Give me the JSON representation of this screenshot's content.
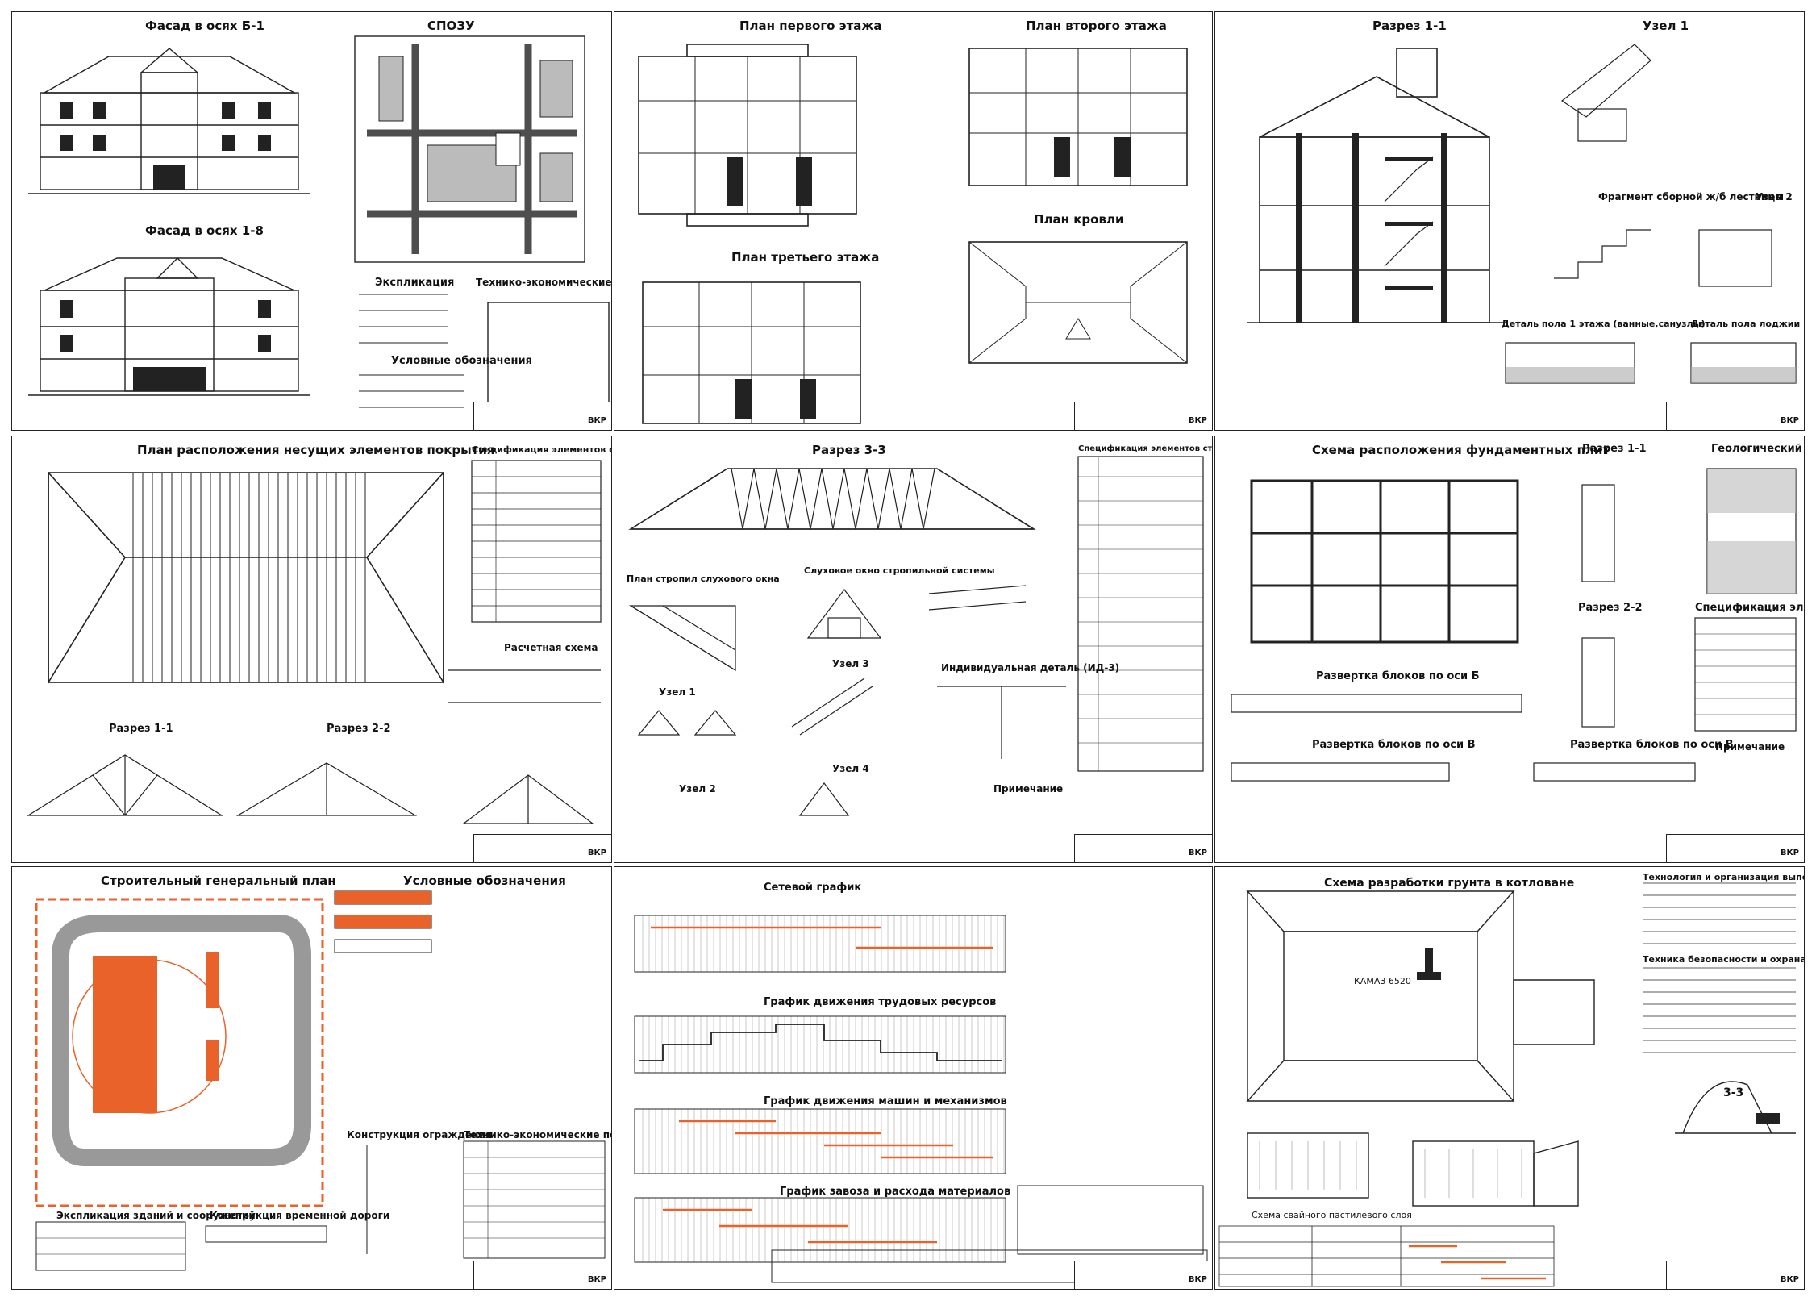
{
  "sheets": [
    {
      "id": "facades",
      "titles": {
        "facade_b1": "Фасад в осях Б-1",
        "facade_18": "Фасад в осях 1-8",
        "spozu": "СПОЗУ",
        "explication": "Экспликация",
        "tep": "Технико-экономические показатели",
        "legend": "Условные обозначения"
      },
      "stamp": "ВКР"
    },
    {
      "id": "floor-plans",
      "titles": {
        "plan1": "План первого этажа",
        "plan2": "План второго этажа",
        "plan3": "План третьего этажа",
        "roof": "План кровли"
      },
      "stamp": "ВКР"
    },
    {
      "id": "section-nodes",
      "titles": {
        "section": "Разрез 1-1",
        "node1": "Узел 1",
        "stair": "Фрагмент сборной ж/б лестницы",
        "node2": "Узел 2",
        "floor1": "Деталь пола 1 этажа (ванные,санузлы)",
        "loggia": "Деталь пола лоджии"
      },
      "stamp": "ВКР"
    },
    {
      "id": "roof-structure",
      "titles": {
        "main": "План расположения несущих элементов покрытия",
        "spec": "Спецификация элементов стропильной кровли",
        "s11": "Разрез 1-1",
        "s22": "Разрез 2-2",
        "calc": "Расчетная схема"
      },
      "stamp": "ВКР"
    },
    {
      "id": "dormer",
      "titles": {
        "s33": "Разрез 3-3",
        "plan": "План стропил слухового окна",
        "window": "Слуховое окно стропильной системы",
        "n1": "Узел 1",
        "n2": "Узел 2",
        "n3": "Узел 3",
        "n4": "Узел 4",
        "detail": "Индивидуальная деталь (ИД-3)",
        "note": "Примечание",
        "spec": "Спецификация элементов стропильной кровли"
      },
      "stamp": "ВКР"
    },
    {
      "id": "foundation",
      "titles": {
        "main": "Схема расположения фундаментных плит",
        "s11": "Разрез 1-1",
        "geo": "Геологический разрез",
        "s22": "Разрез 2-2",
        "spec": "Спецификация элементов",
        "b6": "Развертка блоков по оси Б",
        "bv": "Развертка блоков по оси В",
        "bv2": "Развертка блоков по оси В",
        "note": "Примечание"
      },
      "stamp": "ВКР"
    },
    {
      "id": "genplan",
      "titles": {
        "main": "Строительный генеральный план",
        "legend": "Условные обозначения",
        "fence": "Конструкция ограждения",
        "tep": "Технико-экономические показатели",
        "explication": "Экспликация зданий и сооружений",
        "road": "Конструкция временной дороги"
      },
      "stamp": "ВКР"
    },
    {
      "id": "schedules",
      "titles": {
        "network": "Сетевой график",
        "labor": "График движения трудовых ресурсов",
        "machines": "График движения машин и механизмов",
        "materials": "График завоза и расхода материалов"
      },
      "stamp": "ВКР"
    },
    {
      "id": "excavation",
      "titles": {
        "main": "Схема разработки грунта в котловане",
        "tech": "Технология и организация выполнения работ",
        "safety": "Техника безопасности и охрана труда",
        "truck": "КАМАЗ 6520",
        "s33": "3-3",
        "pile": "Схема свайного пастилевого слоя"
      },
      "stamp": "ВКР"
    }
  ],
  "colors": {
    "ink": "#222222",
    "accent": "#e8622a"
  }
}
